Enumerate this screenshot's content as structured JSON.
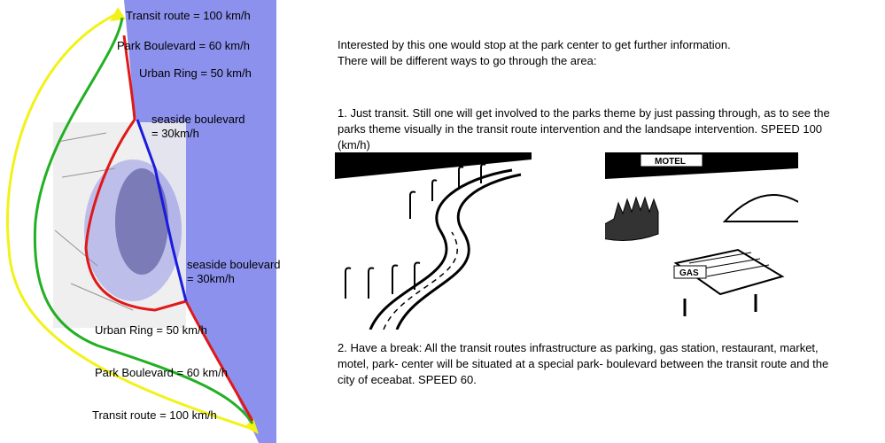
{
  "map": {
    "labels": {
      "transit_top": "Transit route = 100 km/h",
      "park_top": "Park Boulevard = 60 km/h",
      "urban_top": "Urban Ring = 50 km/h",
      "seaside_top_1": "seaside boulevard",
      "seaside_top_2": "= 30km/h",
      "seaside_mid_1": "seaside boulevard",
      "seaside_mid_2": "= 30km/h",
      "urban_bottom": "Urban Ring = 50 km/h",
      "park_bottom": "Park Boulevard = 60 km/h",
      "transit_bottom": "Transit route = 100 km/h"
    },
    "colors": {
      "sea": "#8c91ee",
      "transit": "#f2f21a",
      "park": "#22b022",
      "urban": "#e01818",
      "seaside": "#1a1ae0"
    }
  },
  "text": {
    "intro_1": "Interested by this one would stop at the park center to get further information.",
    "intro_2": "There will be different ways to go through the area:",
    "option1": "1. Just transit. Still one will get involved to the parks theme by just passing through, as to see the parks theme visually in the transit route intervention and the landsape intervention. SPEED 100 (km/h)",
    "option2": "2. Have a break: All the transit routes infrastructure as parking, gas station, restaurant, market, motel, park- center will be situated at a special park- boulevard between the transit route and the city of eceabat. SPEED 60."
  },
  "sketches": {
    "motel_sign": "MOTEL",
    "gas_sign": "GAS"
  }
}
